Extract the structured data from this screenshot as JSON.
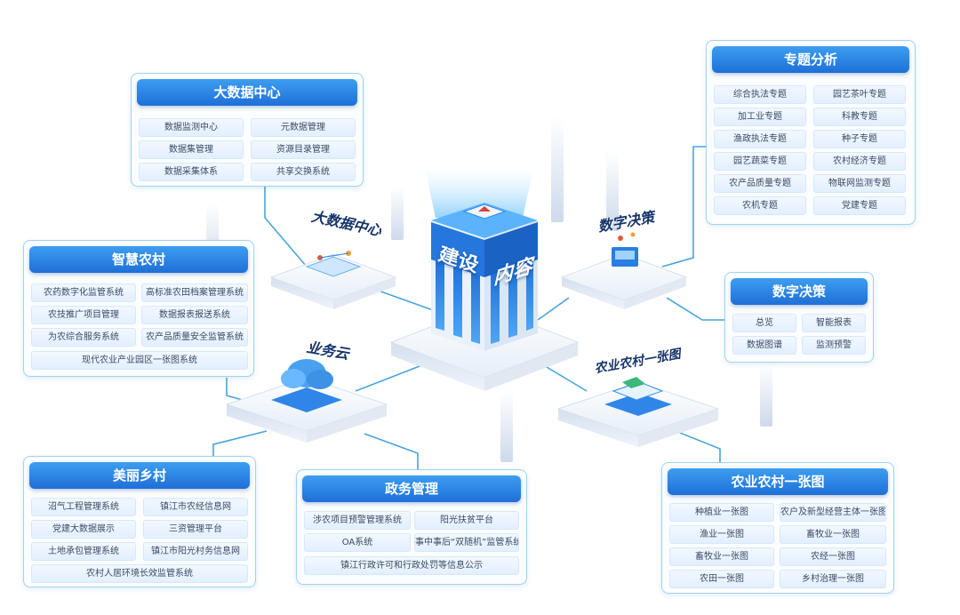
{
  "center": {
    "word1": "建设",
    "word2": "内容"
  },
  "platform_labels": {
    "bigdata": "大数据中心",
    "decision": "数字决策",
    "cloud": "业务云",
    "map": "农业农村一张图"
  },
  "panels": {
    "bigdata": {
      "title": "大数据中心",
      "items": [
        "数据监测中心",
        "元数据管理",
        "数据集管理",
        "资源目录管理",
        "数据采集体系",
        "共享交换系统"
      ]
    },
    "topic": {
      "title": "专题分析",
      "items": [
        "综合执法专题",
        "园艺茶叶专题",
        "加工业专题",
        "科教专题",
        "渔政执法专题",
        "种子专题",
        "园艺蔬菜专题",
        "农村经济专题",
        "农产品质量专题",
        "物联网监测专题",
        "农机专题",
        "党建专题"
      ]
    },
    "smart": {
      "title": "智慧农村",
      "items": [
        "农药数字化监管系统",
        "高标准农田档案管理系统",
        "农技推广项目管理",
        "数据报表报送系统",
        "为农综合服务系统",
        "农产品质量安全监管系统"
      ],
      "wide": "现代农业产业园区一张图系统"
    },
    "decision": {
      "title": "数字决策",
      "items": [
        "总览",
        "智能报表",
        "数据图谱",
        "监测预警"
      ]
    },
    "beauty": {
      "title": "美丽乡村",
      "items": [
        "沼气工程管理系统",
        "镇江市农经信息网",
        "党建大数据展示",
        "三资管理平台",
        "土地承包管理系统",
        "镇江市阳光村务信息网"
      ],
      "wide": "农村人居环境长效监管系统"
    },
    "gov": {
      "title": "政务管理",
      "items": [
        "涉农项目预警管理系统",
        "阳光扶贫平台",
        "OA系统",
        "事中事后“双随机”监管系统"
      ],
      "wide": "镇江行政许可和行政处罚等信息公示"
    },
    "map": {
      "title": "农业农村一张图",
      "items": [
        "种植业一张图",
        "农户及新型经营主体一张图",
        "渔业一张图",
        "畜牧业一张图",
        "畜牧业一张图",
        "农经一张图",
        "农田一张图",
        "乡村治理一张图"
      ]
    }
  },
  "colors": {
    "accent": "#1f6fd8",
    "accent_light": "#3d9ef0",
    "line": "#4aa3dd",
    "chip_text": "#3b4b63"
  }
}
